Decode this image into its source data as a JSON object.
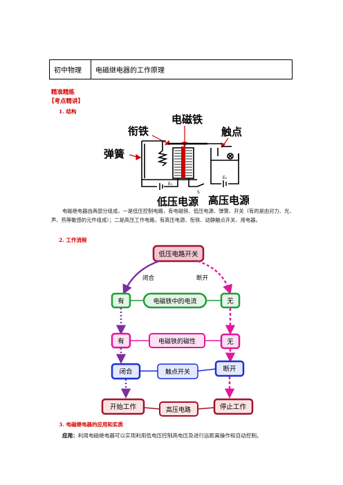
{
  "header": {
    "subject": "初中物理",
    "topic": "电磁继电器的工作原理"
  },
  "section_title": "精准精练",
  "section_sub": "【考点精讲】",
  "items": {
    "structure": "1.  结构",
    "workflow": "2.  工作流程",
    "application": "3.  电磁继电器的应用和实质"
  },
  "relay_labels": {
    "electromagnet": "电磁铁",
    "armature": "衔铁",
    "contact": "触点",
    "spring": "弹簧",
    "low_source": "低压电源",
    "high_source": "高压电源",
    "e1": "E₁",
    "e2": "E₂",
    "s": "S"
  },
  "description": "电磁继电器由两部分组成，一是低压控制电路，有电磁铁、低压电源、弹簧、开关（有的是由对力、光、声、热等敏感的元件组成）；二是高压工作电路，有高压电源、衔铁、动静触点开关、用电器。",
  "flow": {
    "low_switch": "低压电路开关",
    "closed_label": "闭合",
    "open_label": "断开",
    "has1": "有",
    "current": "电磁铁中的电流",
    "none1": "无",
    "has2": "有",
    "magnetism": "电磁铁的磁性",
    "none2": "无",
    "closed": "闭合",
    "contact_switch": "触点开关",
    "open": "断开",
    "start": "开始工作",
    "high_circuit": "高压电路",
    "stop": "停止工作"
  },
  "usage": {
    "label": "应用：",
    "text": "利用电磁继电器可以实现利用低电压控制高电压及进行远距离操作和自动控制。"
  },
  "colors": {
    "red": "#d40000",
    "green": "#1e9e3a",
    "magenta": "#e0189a",
    "blue": "#1a2fd6",
    "maroon": "#a0122a"
  }
}
